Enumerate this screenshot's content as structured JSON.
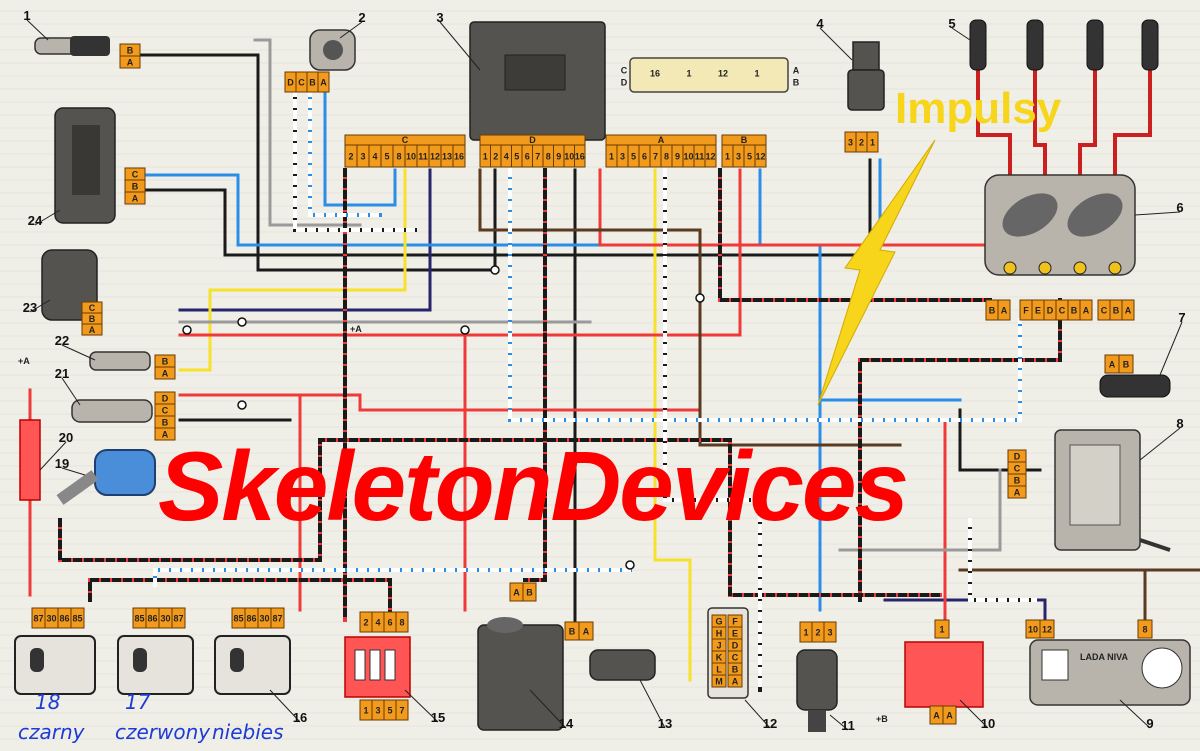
{
  "labels": {
    "watermark": "SkeletonDevices",
    "annotation": "Impulsy",
    "handwriting": [
      "18",
      "czarny",
      "17",
      "czerwony",
      "niebies"
    ]
  },
  "component_numbers": [
    "1",
    "2",
    "3",
    "4",
    "5",
    "6",
    "7",
    "8",
    "9",
    "10",
    "11",
    "12",
    "13",
    "14",
    "15",
    "16",
    "17",
    "18",
    "19",
    "20",
    "21",
    "22",
    "23",
    "24"
  ],
  "pins": {
    "c1": [
      "B",
      "A"
    ],
    "c2": [
      "D",
      "C",
      "B",
      "A"
    ],
    "c24": [
      "C",
      "B",
      "A"
    ],
    "c23": [
      "C",
      "B",
      "A"
    ],
    "c22": [
      "B",
      "A"
    ],
    "c21": [
      "D",
      "C",
      "B",
      "A"
    ],
    "c4": [
      "3",
      "2",
      "1"
    ],
    "c6a": [
      "B",
      "A"
    ],
    "c6b": [
      "F",
      "E",
      "D",
      "C",
      "B",
      "A"
    ],
    "c6c": [
      "C",
      "B",
      "A"
    ],
    "c7": [
      "A",
      "B"
    ],
    "c8": [
      "D",
      "C",
      "B",
      "A"
    ],
    "ecuC_label": "C",
    "ecuC": [
      "2",
      "3",
      "4",
      "5",
      "8",
      "10",
      "11",
      "12",
      "13",
      "16"
    ],
    "ecuD_label": "D",
    "ecuD": [
      "1",
      "2",
      "4",
      "5",
      "6",
      "7",
      "8",
      "9",
      "10",
      "16"
    ],
    "ecuA_label": "A",
    "ecuA": [
      "1",
      "3",
      "5",
      "6",
      "7",
      "8",
      "9",
      "10",
      "11",
      "12"
    ],
    "ecuB_label": "B",
    "ecuB": [
      "1",
      "3",
      "5",
      "12"
    ],
    "c18": [
      "87",
      "30",
      "86",
      "85"
    ],
    "c17": [
      "85",
      "86",
      "30",
      "87"
    ],
    "c16": [
      "85",
      "86",
      "30",
      "87"
    ],
    "c15top": [
      "2",
      "4",
      "6",
      "8"
    ],
    "c15bot": [
      "1",
      "3",
      "5",
      "7"
    ],
    "c14": [
      "A",
      "B"
    ],
    "c13": [
      "B",
      "A"
    ],
    "c12a": [
      "G",
      "H",
      "J",
      "K",
      "L",
      "M"
    ],
    "c12b": [
      "F",
      "E",
      "D",
      "C",
      "B",
      "A"
    ],
    "c11": [
      "1",
      "2",
      "3"
    ],
    "c10top": "1",
    "c10bot": [
      "A",
      "A"
    ],
    "c9": [
      "10",
      "12"
    ],
    "c9b": "8",
    "c3a": [
      "C",
      "D"
    ],
    "c3b": [
      "A",
      "B"
    ],
    "c3c": [
      "16",
      "1",
      "12",
      "1"
    ],
    "plusA1": "+A",
    "plusA2": "+A",
    "plusB": "+B",
    "instrument": "LADA NIVA"
  },
  "colors": {
    "black": "#1a1a1a",
    "blue": "#2a8ee8",
    "red": "#ef3a3a",
    "yellow": "#f7e12a",
    "brown": "#5a3a20",
    "grey": "#9a9a9a",
    "connector": "#f29a1c",
    "watermark": "#ff0000",
    "annotation": "#f6d51b"
  }
}
